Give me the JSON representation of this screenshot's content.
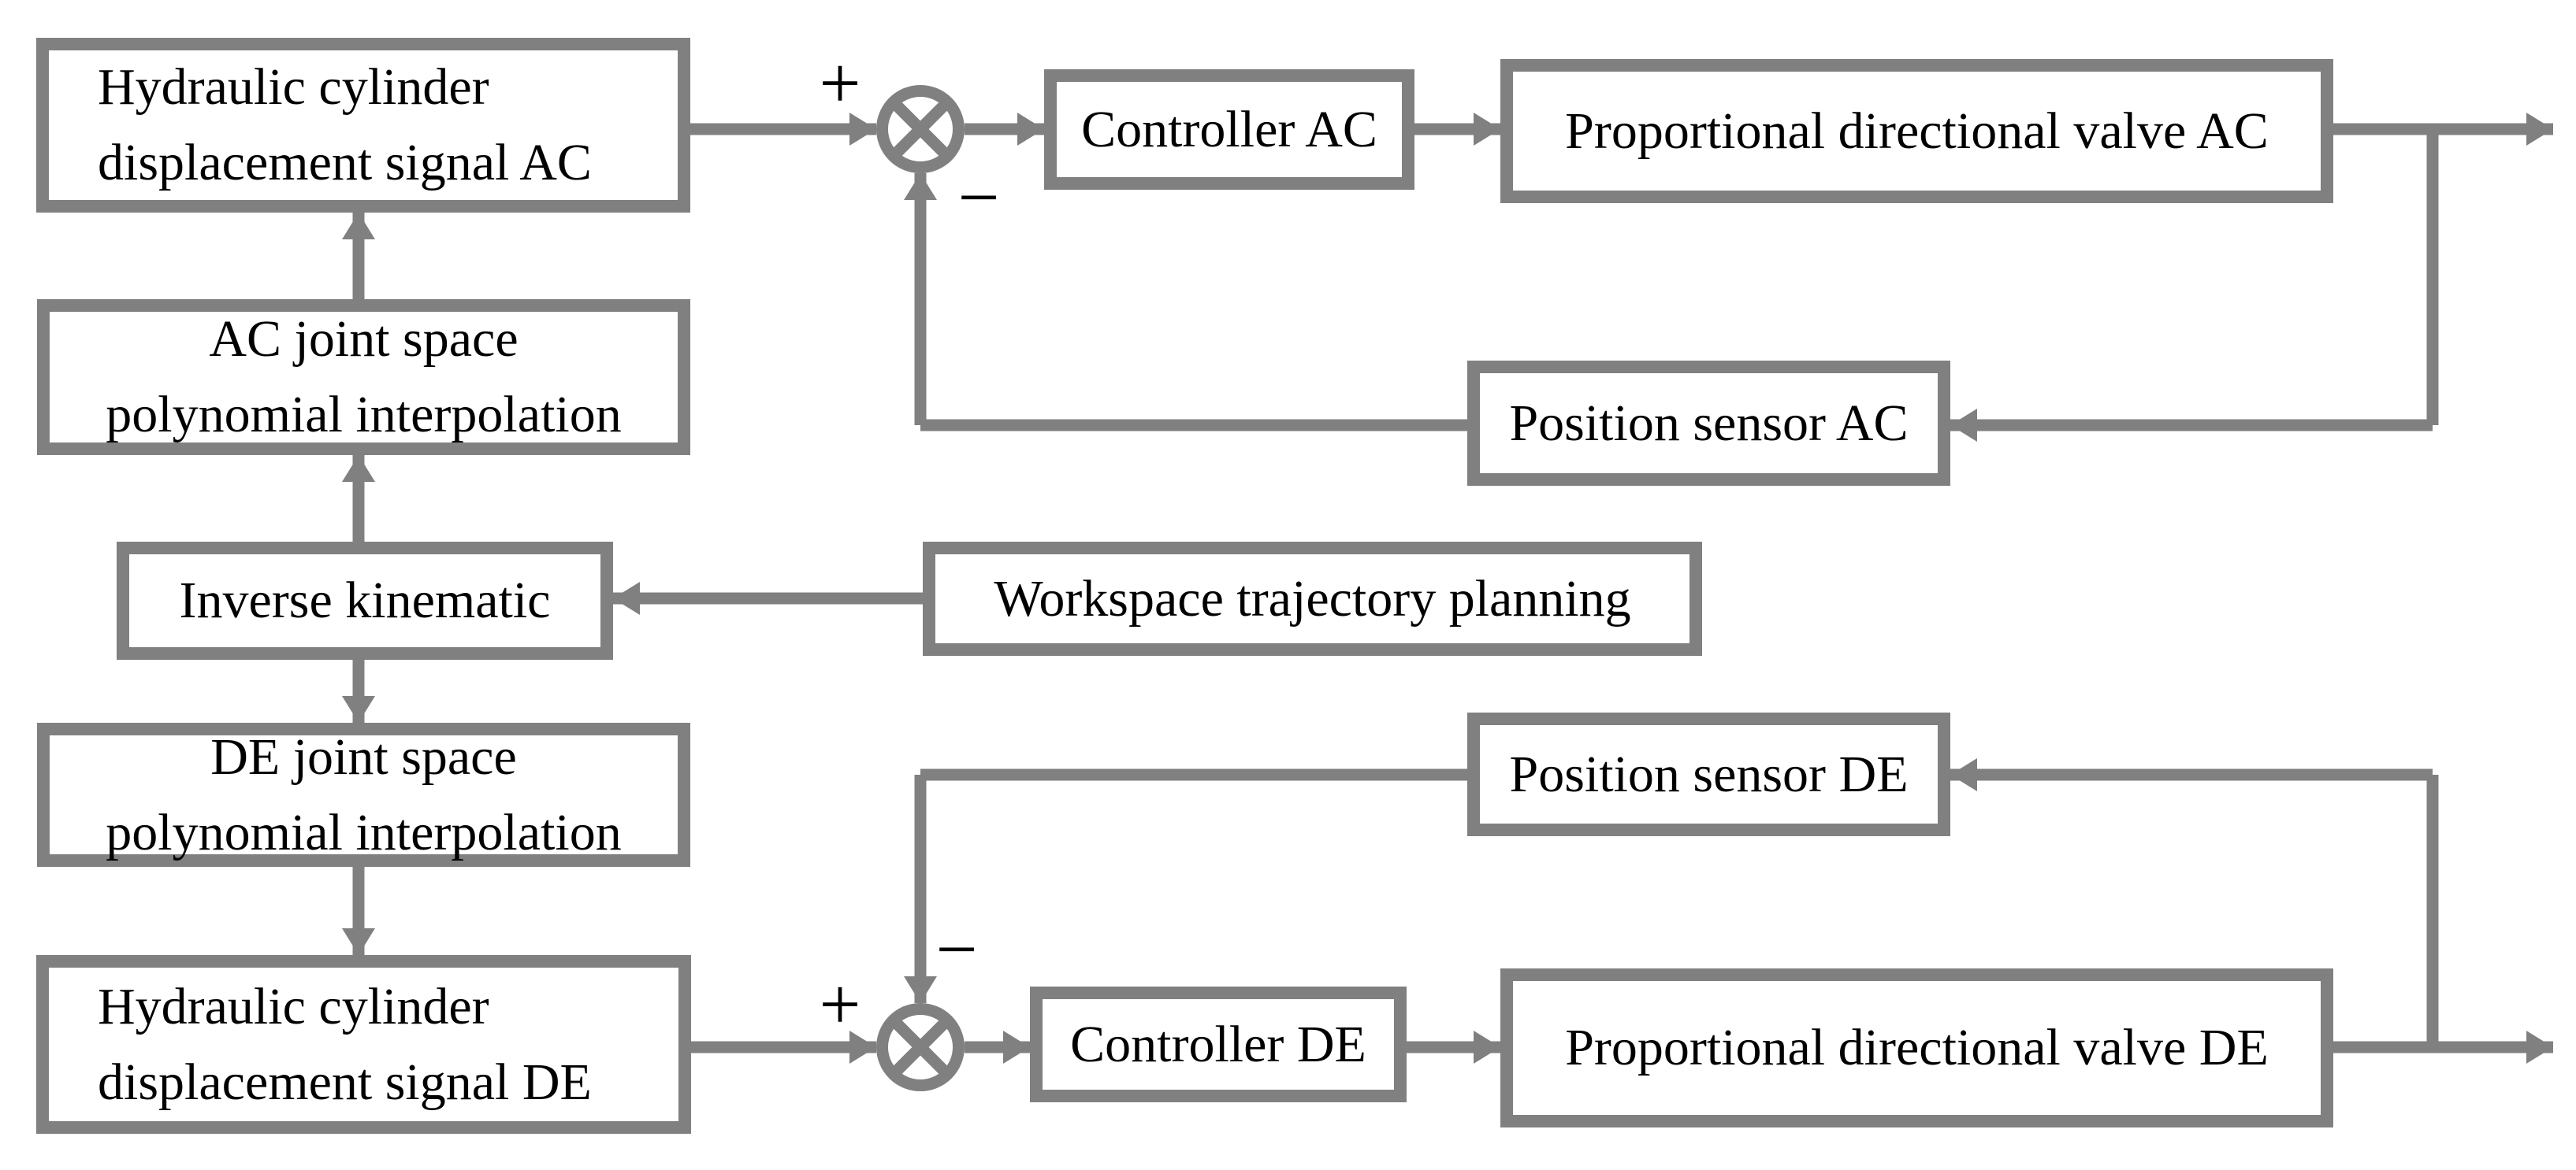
{
  "diagram": {
    "type": "control-block-diagram",
    "colors": {
      "line": "#808080",
      "text": "#000000",
      "background": "#ffffff"
    },
    "nodes": {
      "hydraulic_ac": {
        "line1": "Hydraulic cylinder",
        "line2": "displacement signal AC"
      },
      "ac_joint": {
        "line1": "AC joint space",
        "line2": "polynomial interpolation"
      },
      "inverse_kinematic": {
        "label": "Inverse kinematic"
      },
      "workspace": {
        "label": "Workspace trajectory planning"
      },
      "de_joint": {
        "line1": "DE joint space",
        "line2": "polynomial interpolation"
      },
      "hydraulic_de": {
        "line1": "Hydraulic cylinder",
        "line2": "displacement signal DE"
      },
      "controller_ac": {
        "label": "Controller AC"
      },
      "valve_ac": {
        "label": "Proportional directional valve AC"
      },
      "sensor_ac": {
        "label": "Position sensor AC"
      },
      "controller_de": {
        "label": "Controller DE"
      },
      "valve_de": {
        "label": "Proportional directional valve DE"
      },
      "sensor_de": {
        "label": "Position sensor DE"
      }
    },
    "signs": {
      "plus_ac": "+",
      "minus_ac": "−",
      "plus_de": "+",
      "minus_de": "−"
    }
  }
}
